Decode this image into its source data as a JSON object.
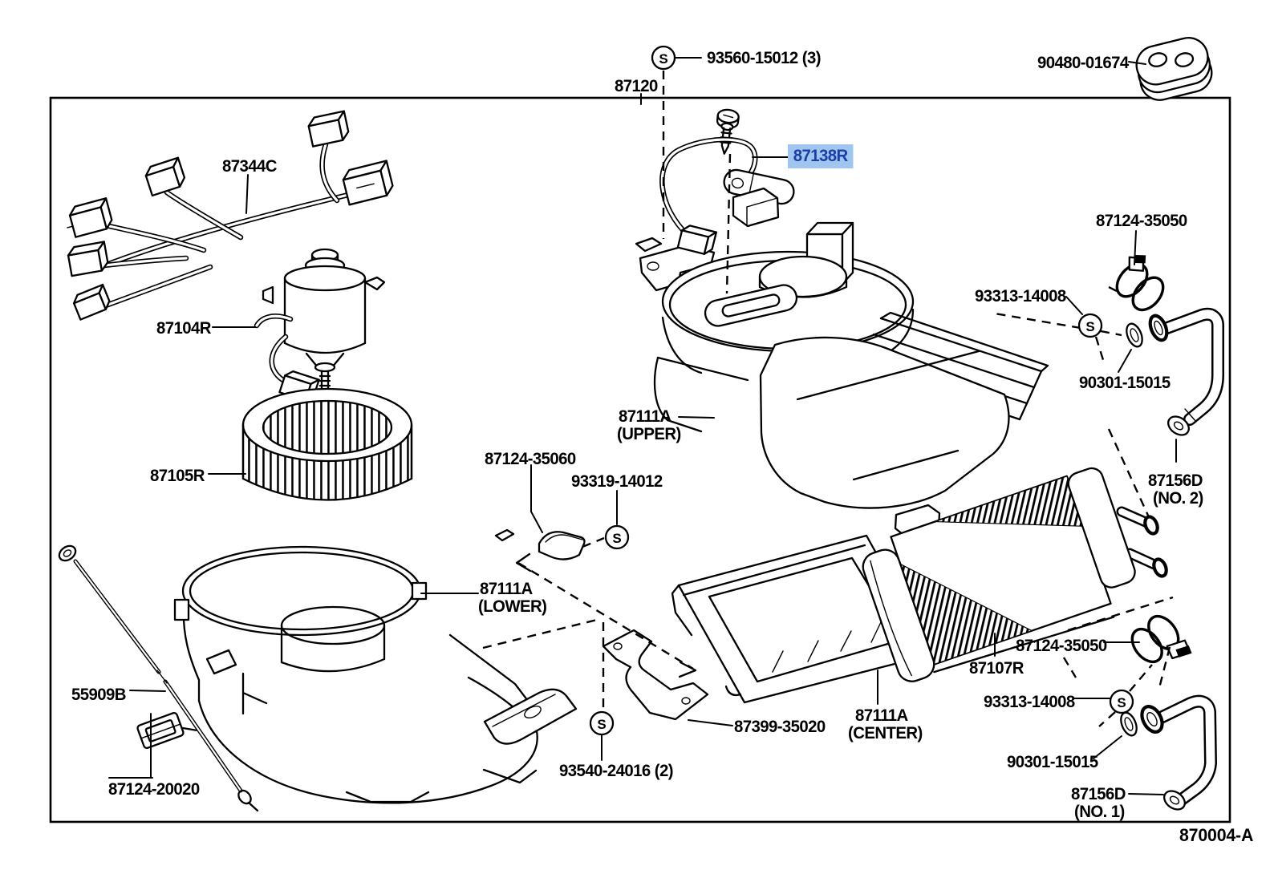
{
  "diagram": {
    "code": "870004-A",
    "symbols": {
      "s": "S"
    },
    "colors": {
      "line": "#000000",
      "background": "#ffffff",
      "highlight_bg": "#a0c6f0",
      "highlight_text": "#1c3ea8"
    }
  },
  "parts": {
    "screw_set_93560": "93560-15012 (3)",
    "heater_assembly": "87120",
    "grommet": "90480-01674",
    "wiring_harness": "87344C",
    "thermistor": "87138R",
    "hose_clamp_no2": "87124-35050",
    "screw_with_washer_no2": "93313-14008",
    "oring_no2": "90301-15015",
    "water_hose_no2": "87156D",
    "water_hose_no2_variant": "(NO. 2)",
    "case_upper": "87111A",
    "case_upper_variant": "(UPPER)",
    "cable_clamp": "87124-35060",
    "screw_93319": "93319-14012",
    "case_lower": "87111A",
    "case_lower_variant": "(LOWER)",
    "blower_motor": "87104R",
    "blower_fan": "87105R",
    "damper_cable": "55909B",
    "cable_clip": "87124-20020",
    "screw_set_93540": "93540-24016 (2)",
    "support_bracket": "87399-35020",
    "case_center": "87111A",
    "case_center_variant": "(CENTER)",
    "heater_core": "87107R",
    "hose_clamp_no1": "87124-35050",
    "screw_with_washer_no1": "93313-14008",
    "oring_no1": "90301-15015",
    "water_hose_no1": "87156D",
    "water_hose_no1_variant": "(NO. 1)"
  }
}
